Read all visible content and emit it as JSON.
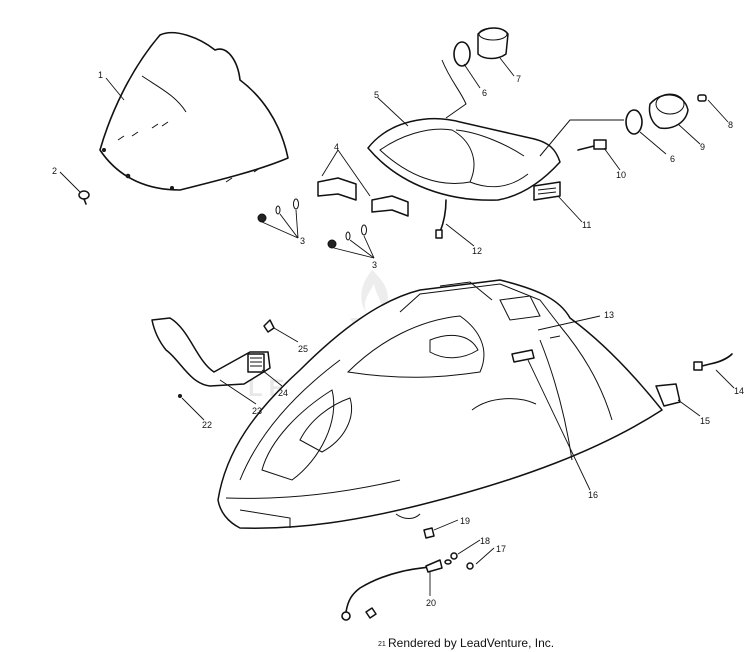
{
  "watermark": {
    "text": "LEADVENTURE"
  },
  "credit": {
    "text": "Rendered by LeadVenture, Inc.",
    "prefix": "21"
  },
  "callouts": [
    "1",
    "2",
    "3",
    "3",
    "4",
    "5",
    "6",
    "6",
    "7",
    "8",
    "9",
    "10",
    "11",
    "12",
    "13",
    "14",
    "15",
    "16",
    "17",
    "18",
    "19",
    "20",
    "22",
    "23",
    "24",
    "25"
  ]
}
